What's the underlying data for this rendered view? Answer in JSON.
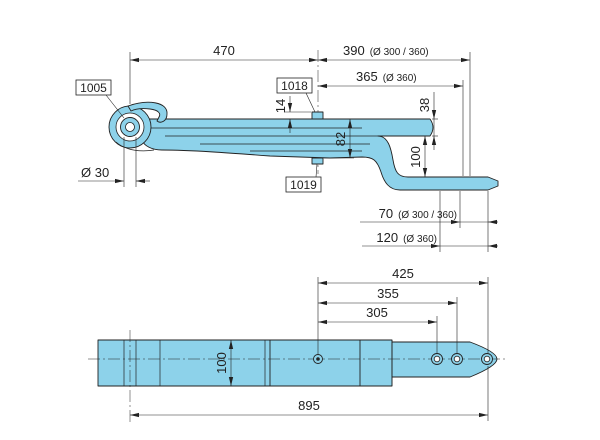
{
  "colors": {
    "part_fill": "#8dd2ea",
    "line": "#222222",
    "background": "#ffffff"
  },
  "part_labels": {
    "eye_bushing": "1005",
    "top_plate": "1018",
    "bottom_plate": "1019"
  },
  "side_view": {
    "eye_to_center": "470",
    "center_to_axle": {
      "value": "390",
      "note": "(Ø 300 / 360)"
    },
    "center_to_axle_alt": {
      "value": "365",
      "note": "(Ø 360)"
    },
    "leaf_end_thickness": "38",
    "plate_thickness": "14",
    "pack_height": "82",
    "tail_drop": "100",
    "eye_diameter": "Ø 30",
    "tail_end_a": {
      "value": "70",
      "note": "(Ø 300 / 360)"
    },
    "tail_end_b": {
      "value": "120",
      "note": "(Ø 360)"
    }
  },
  "plan_view": {
    "hole_end": "425",
    "hole_second": "355",
    "hole_first": "305",
    "width": "100",
    "overall_length": "895"
  }
}
